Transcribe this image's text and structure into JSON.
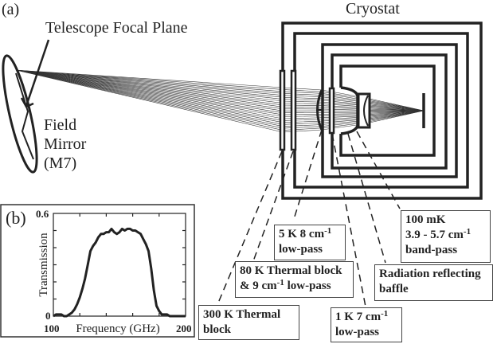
{
  "panel_a": {
    "label": "(a)",
    "title_cryostat": "Cryostat",
    "focal_plane_label": "Telescope Focal Plane",
    "mirror_label": [
      "Field",
      "Mirror",
      "(M7)"
    ]
  },
  "filters": [
    {
      "id": "300k",
      "line1": "300 K Thermal",
      "line2": "block"
    },
    {
      "id": "80k",
      "line1_pre": "80 K Thermal block",
      "line2_pre": "& 9 cm",
      "line2_sup": "-1",
      "line2_post": " low-pass"
    },
    {
      "id": "5k",
      "line1_pre": "5 K 8 cm",
      "line1_sup": "-1",
      "line2": "low-pass"
    },
    {
      "id": "1k",
      "line1_pre": "1 K 7 cm",
      "line1_sup": "-1",
      "line2": "low-pass"
    },
    {
      "id": "baffle",
      "line1": "Radiation reflecting",
      "line2": "baffle"
    },
    {
      "id": "100mk",
      "line1": "100 mK",
      "line2_pre": "3.9 - 5.7 cm",
      "line2_sup": "-1",
      "line3": "band-pass"
    }
  ],
  "panel_b": {
    "label": "(b)"
  },
  "chart_data": {
    "type": "line",
    "title": "",
    "xlabel": "Frequency (GHz)",
    "ylabel": "Transmission",
    "xlim": [
      100,
      200
    ],
    "ylim": [
      0,
      0.6
    ],
    "x_tick_labels": [
      "100",
      "200"
    ],
    "y_tick_labels": [
      "0",
      "0.6"
    ],
    "x_minor_ticks": [
      120,
      140,
      160,
      180
    ],
    "y_minor_ticks": [
      0.1,
      0.2,
      0.3,
      0.4,
      0.5
    ],
    "series": [
      {
        "name": "Transmission",
        "x": [
          100,
          102,
          104,
          106,
          108,
          110,
          112,
          114,
          116,
          118,
          120,
          122,
          124,
          126,
          128,
          130,
          132,
          134,
          136,
          138,
          140,
          142,
          144,
          146,
          148,
          150,
          152,
          154,
          156,
          158,
          160,
          162,
          164,
          166,
          168,
          170,
          172,
          174,
          176,
          178,
          180,
          182,
          184,
          186,
          188,
          190,
          192,
          194,
          196,
          198,
          200
        ],
        "y": [
          0.0,
          0.01,
          0.01,
          0.01,
          0.0,
          0.0,
          0.01,
          0.02,
          0.04,
          0.07,
          0.11,
          0.16,
          0.22,
          0.3,
          0.38,
          0.41,
          0.43,
          0.46,
          0.48,
          0.48,
          0.49,
          0.49,
          0.51,
          0.49,
          0.48,
          0.49,
          0.51,
          0.5,
          0.51,
          0.51,
          0.5,
          0.5,
          0.49,
          0.48,
          0.45,
          0.42,
          0.38,
          0.28,
          0.15,
          0.06,
          0.03,
          0.01,
          0.01,
          0.01,
          0.0,
          0.0,
          0.0,
          0.0,
          0.0,
          0.0,
          0.0
        ]
      }
    ]
  }
}
